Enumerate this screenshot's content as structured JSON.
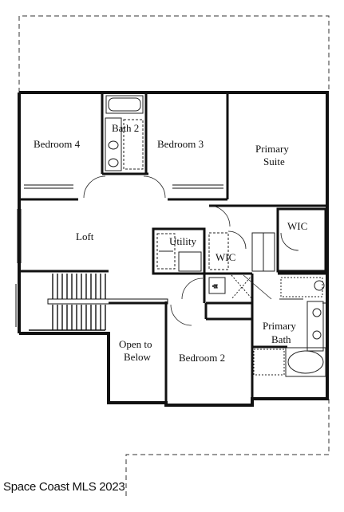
{
  "rooms": {
    "bedroom4": "Bedroom 4",
    "bath2": "Bath 2",
    "bedroom3": "Bedroom 3",
    "primary_suite_line1": "Primary",
    "primary_suite_line2": "Suite",
    "loft": "Loft",
    "wic_upper": "WIC",
    "utility": "Utility",
    "wic_lower": "WIC",
    "open_to_below_line1": "Open to",
    "open_to_below_line2": "Below",
    "bedroom2": "Bedroom 2",
    "primary_bath_line1": "Primary",
    "primary_bath_line2": "Bath"
  },
  "watermark": "Space Coast MLS 2023",
  "colors": {
    "wall": "#111111",
    "background": "#ffffff",
    "dashed": "#333333"
  }
}
